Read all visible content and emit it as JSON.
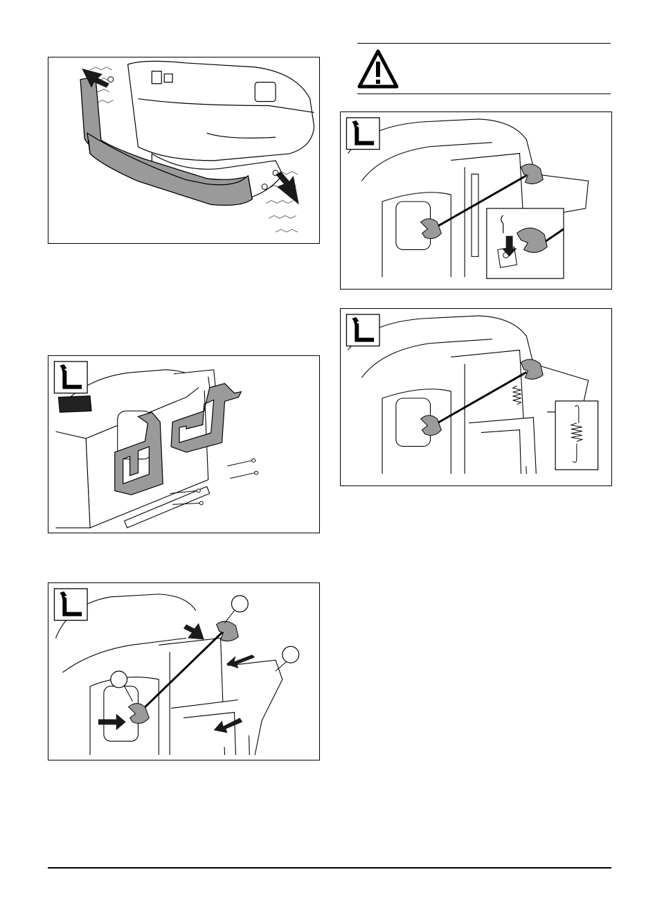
{
  "figures": [
    {
      "id": "bumper",
      "has_tool_icon": false,
      "callouts": []
    },
    {
      "id": "bracket-mount",
      "has_tool_icon": true,
      "callouts": []
    },
    {
      "id": "wrench-align",
      "has_tool_icon": true,
      "callouts": [
        "",
        "",
        ""
      ]
    },
    {
      "id": "cotter-pin",
      "has_tool_icon": true,
      "callouts": []
    },
    {
      "id": "spring",
      "has_tool_icon": true,
      "callouts": []
    }
  ],
  "warning": {
    "icon": "warning-triangle-icon"
  },
  "colors": {
    "line": "#000000",
    "part_fill": "#9a9a9a",
    "arrow": "#1a1a1a"
  }
}
